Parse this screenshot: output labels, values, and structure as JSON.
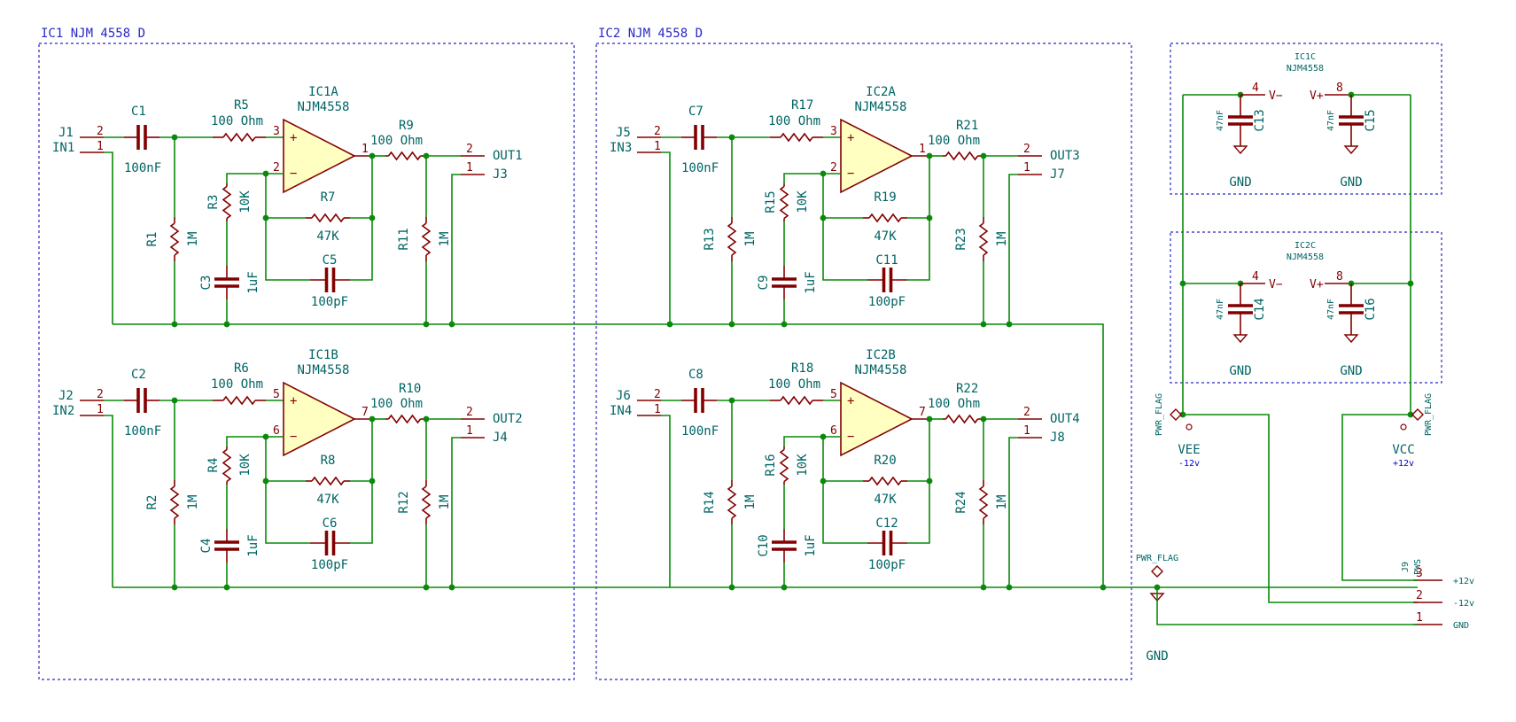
{
  "blocks": {
    "ic1": "IC1 NJM 4558 D",
    "ic2": "IC2 NJM 4558 D"
  },
  "channels": [
    {
      "jin": "J1",
      "in": "IN1",
      "c": "C1",
      "cv": "100nF",
      "rin": "R5",
      "rinv": "100 Ohm",
      "rg": "R1",
      "rgv": "1M",
      "rf": "R3",
      "rfv": "10K",
      "cg": "C3",
      "cgv": "1uF",
      "rfb": "R7",
      "rfbv": "47K",
      "cfb": "C5",
      "cfbv": "100pF",
      "ro": "R9",
      "rov": "100 Ohm",
      "rl": "R11",
      "rlv": "1M",
      "ic": "IC1A",
      "part": "NJM4558",
      "pin": "3",
      "nin": "2",
      "outp": "1",
      "out": "OUT1",
      "jout": "J3"
    },
    {
      "jin": "J2",
      "in": "IN2",
      "c": "C2",
      "cv": "100nF",
      "rin": "R6",
      "rinv": "100 Ohm",
      "rg": "R2",
      "rgv": "1M",
      "rf": "R4",
      "rfv": "10K",
      "cg": "C4",
      "cgv": "1uF",
      "rfb": "R8",
      "rfbv": "47K",
      "cfb": "C6",
      "cfbv": "100pF",
      "ro": "R10",
      "rov": "100 Ohm",
      "rl": "R12",
      "rlv": "1M",
      "ic": "IC1B",
      "part": "NJM4558",
      "pin": "5",
      "nin": "6",
      "outp": "7",
      "out": "OUT2",
      "jout": "J4"
    },
    {
      "jin": "J5",
      "in": "IN3",
      "c": "C7",
      "cv": "100nF",
      "rin": "R17",
      "rinv": "100 Ohm",
      "rg": "R13",
      "rgv": "1M",
      "rf": "R15",
      "rfv": "10K",
      "cg": "C9",
      "cgv": "1uF",
      "rfb": "R19",
      "rfbv": "47K",
      "cfb": "C11",
      "cfbv": "100pF",
      "ro": "R21",
      "rov": "100 Ohm",
      "rl": "R23",
      "rlv": "1M",
      "ic": "IC2A",
      "part": "NJM4558",
      "pin": "3",
      "nin": "2",
      "outp": "1",
      "out": "OUT3",
      "jout": "J7"
    },
    {
      "jin": "J6",
      "in": "IN4",
      "c": "C8",
      "cv": "100nF",
      "rin": "R18",
      "rinv": "100 Ohm",
      "rg": "R14",
      "rgv": "1M",
      "rf": "R16",
      "rfv": "10K",
      "cg": "C10",
      "cgv": "1uF",
      "rfb": "R20",
      "rfbv": "47K",
      "cfb": "C12",
      "cfbv": "100pF",
      "ro": "R22",
      "rov": "100 Ohm",
      "rl": "R24",
      "rlv": "1M",
      "ic": "IC2B",
      "part": "NJM4558",
      "pin": "5",
      "nin": "6",
      "outp": "7",
      "out": "OUT4",
      "jout": "J8"
    }
  ],
  "power_units": [
    {
      "ref": "IC1C",
      "part": "NJM4558",
      "cneg": "C13",
      "cpos": "C15",
      "cval": "47nF",
      "pin_neg": "4",
      "pin_pos": "8",
      "vneg": "V−",
      "vpos": "V+",
      "gnd": "GND"
    },
    {
      "ref": "IC2C",
      "part": "NJM4558",
      "cneg": "C14",
      "cpos": "C16",
      "cval": "47nF",
      "pin_neg": "4",
      "pin_pos": "8",
      "vneg": "V−",
      "vpos": "V+",
      "gnd": "GND"
    }
  ],
  "pwr_flag": "PWR_FLAG",
  "vee": {
    "name": "VEE",
    "val": "-12v"
  },
  "vcc": {
    "name": "VCC",
    "val": "+12v"
  },
  "gnd_label": "GND",
  "connector": {
    "ref": "J9",
    "name": "PWS",
    "pins": [
      {
        "num": "3",
        "label": "+12v"
      },
      {
        "num": "2",
        "label": "-12v"
      },
      {
        "num": "1",
        "label": "GND"
      }
    ]
  },
  "pin_nums": {
    "two": "2",
    "one": "1"
  },
  "colors": {
    "wire": "#0a8a0a",
    "comp": "#840000",
    "label": "#006464",
    "frame": "#2828c8",
    "opamp_fill": "#ffffc2",
    "power": "#0000c8"
  }
}
